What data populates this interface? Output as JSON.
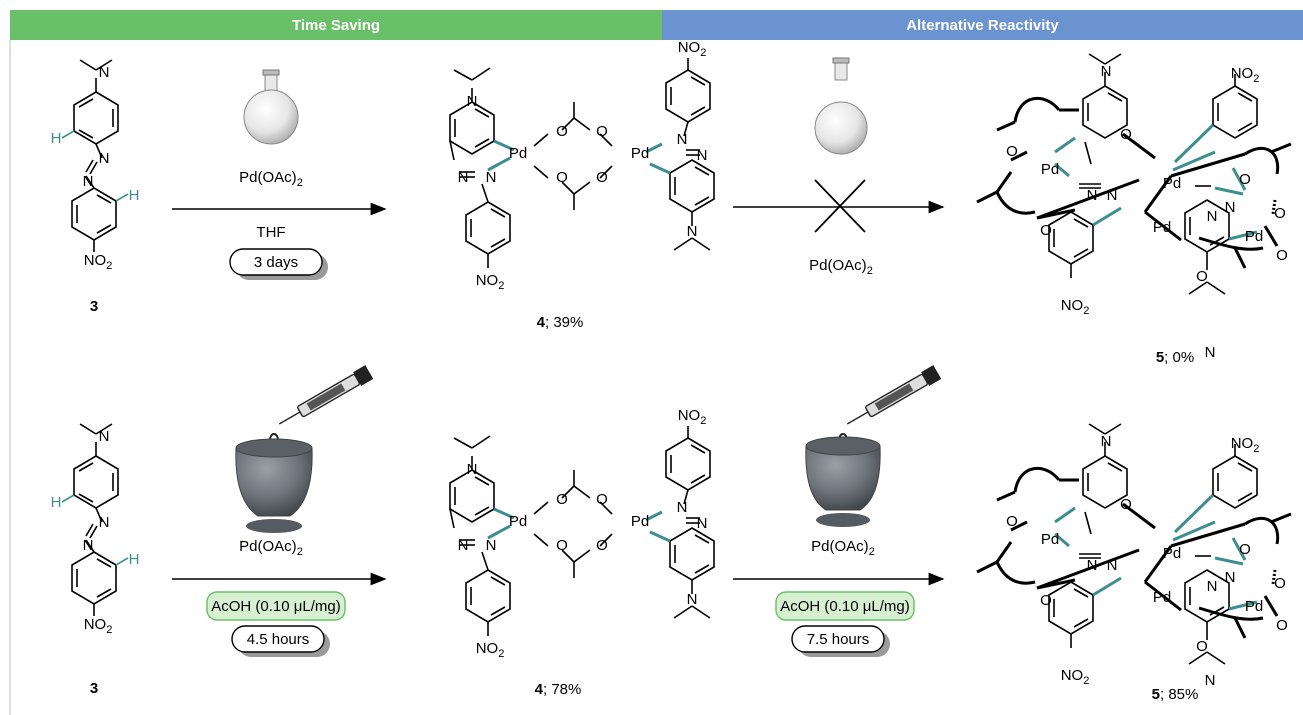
{
  "headers": {
    "left": "Time Saving",
    "right": "Alternative Reactivity"
  },
  "atoms": {
    "N": "N",
    "H": "H",
    "O": "O",
    "Pd": "Pd",
    "NO2_main": "NO",
    "NO2_sub": "2"
  },
  "rows": [
    {
      "start_label": "3",
      "step1": {
        "reagent_main": "Pd(OAc)",
        "reagent_sub": "2",
        "solvent": "THF",
        "time": "3 days",
        "icon": "round-bottom-flask-icon"
      },
      "product1": {
        "number": "4",
        "suffix": "; 39%"
      },
      "step2": {
        "reagent_main": "Pd(OAc)",
        "reagent_sub": "2",
        "icon": "round-bottom-flask-icon",
        "blocked": true
      },
      "product2": {
        "number": "5",
        "suffix": "; 0%"
      }
    },
    {
      "start_label": "3",
      "step1": {
        "reagent_main": "Pd(OAc)",
        "reagent_sub": "2",
        "additive_main": "AcOH (0.10 ",
        "additive_mu": "μ",
        "additive_rest": "L/mg)",
        "time": "4.5 hours",
        "icon": "mortar-syringe-icon"
      },
      "product1": {
        "number": "4",
        "suffix": "; 78%"
      },
      "step2": {
        "reagent_main": "Pd(OAc)",
        "reagent_sub": "2",
        "additive_main": "AcOH (0.10 ",
        "additive_mu": "μ",
        "additive_rest": "L/mg)",
        "time": "7.5 hours",
        "icon": "mortar-syringe-icon",
        "blocked": false
      },
      "product2": {
        "number": "5",
        "suffix": "; 85%"
      }
    }
  ],
  "colors": {
    "time_saving_header": "#6abf69",
    "alternative_header": "#6a93d0",
    "teal_bond": "#3d8f8f",
    "additive_box_fill": "#d8f0d2",
    "additive_box_stroke": "#6abf69"
  }
}
